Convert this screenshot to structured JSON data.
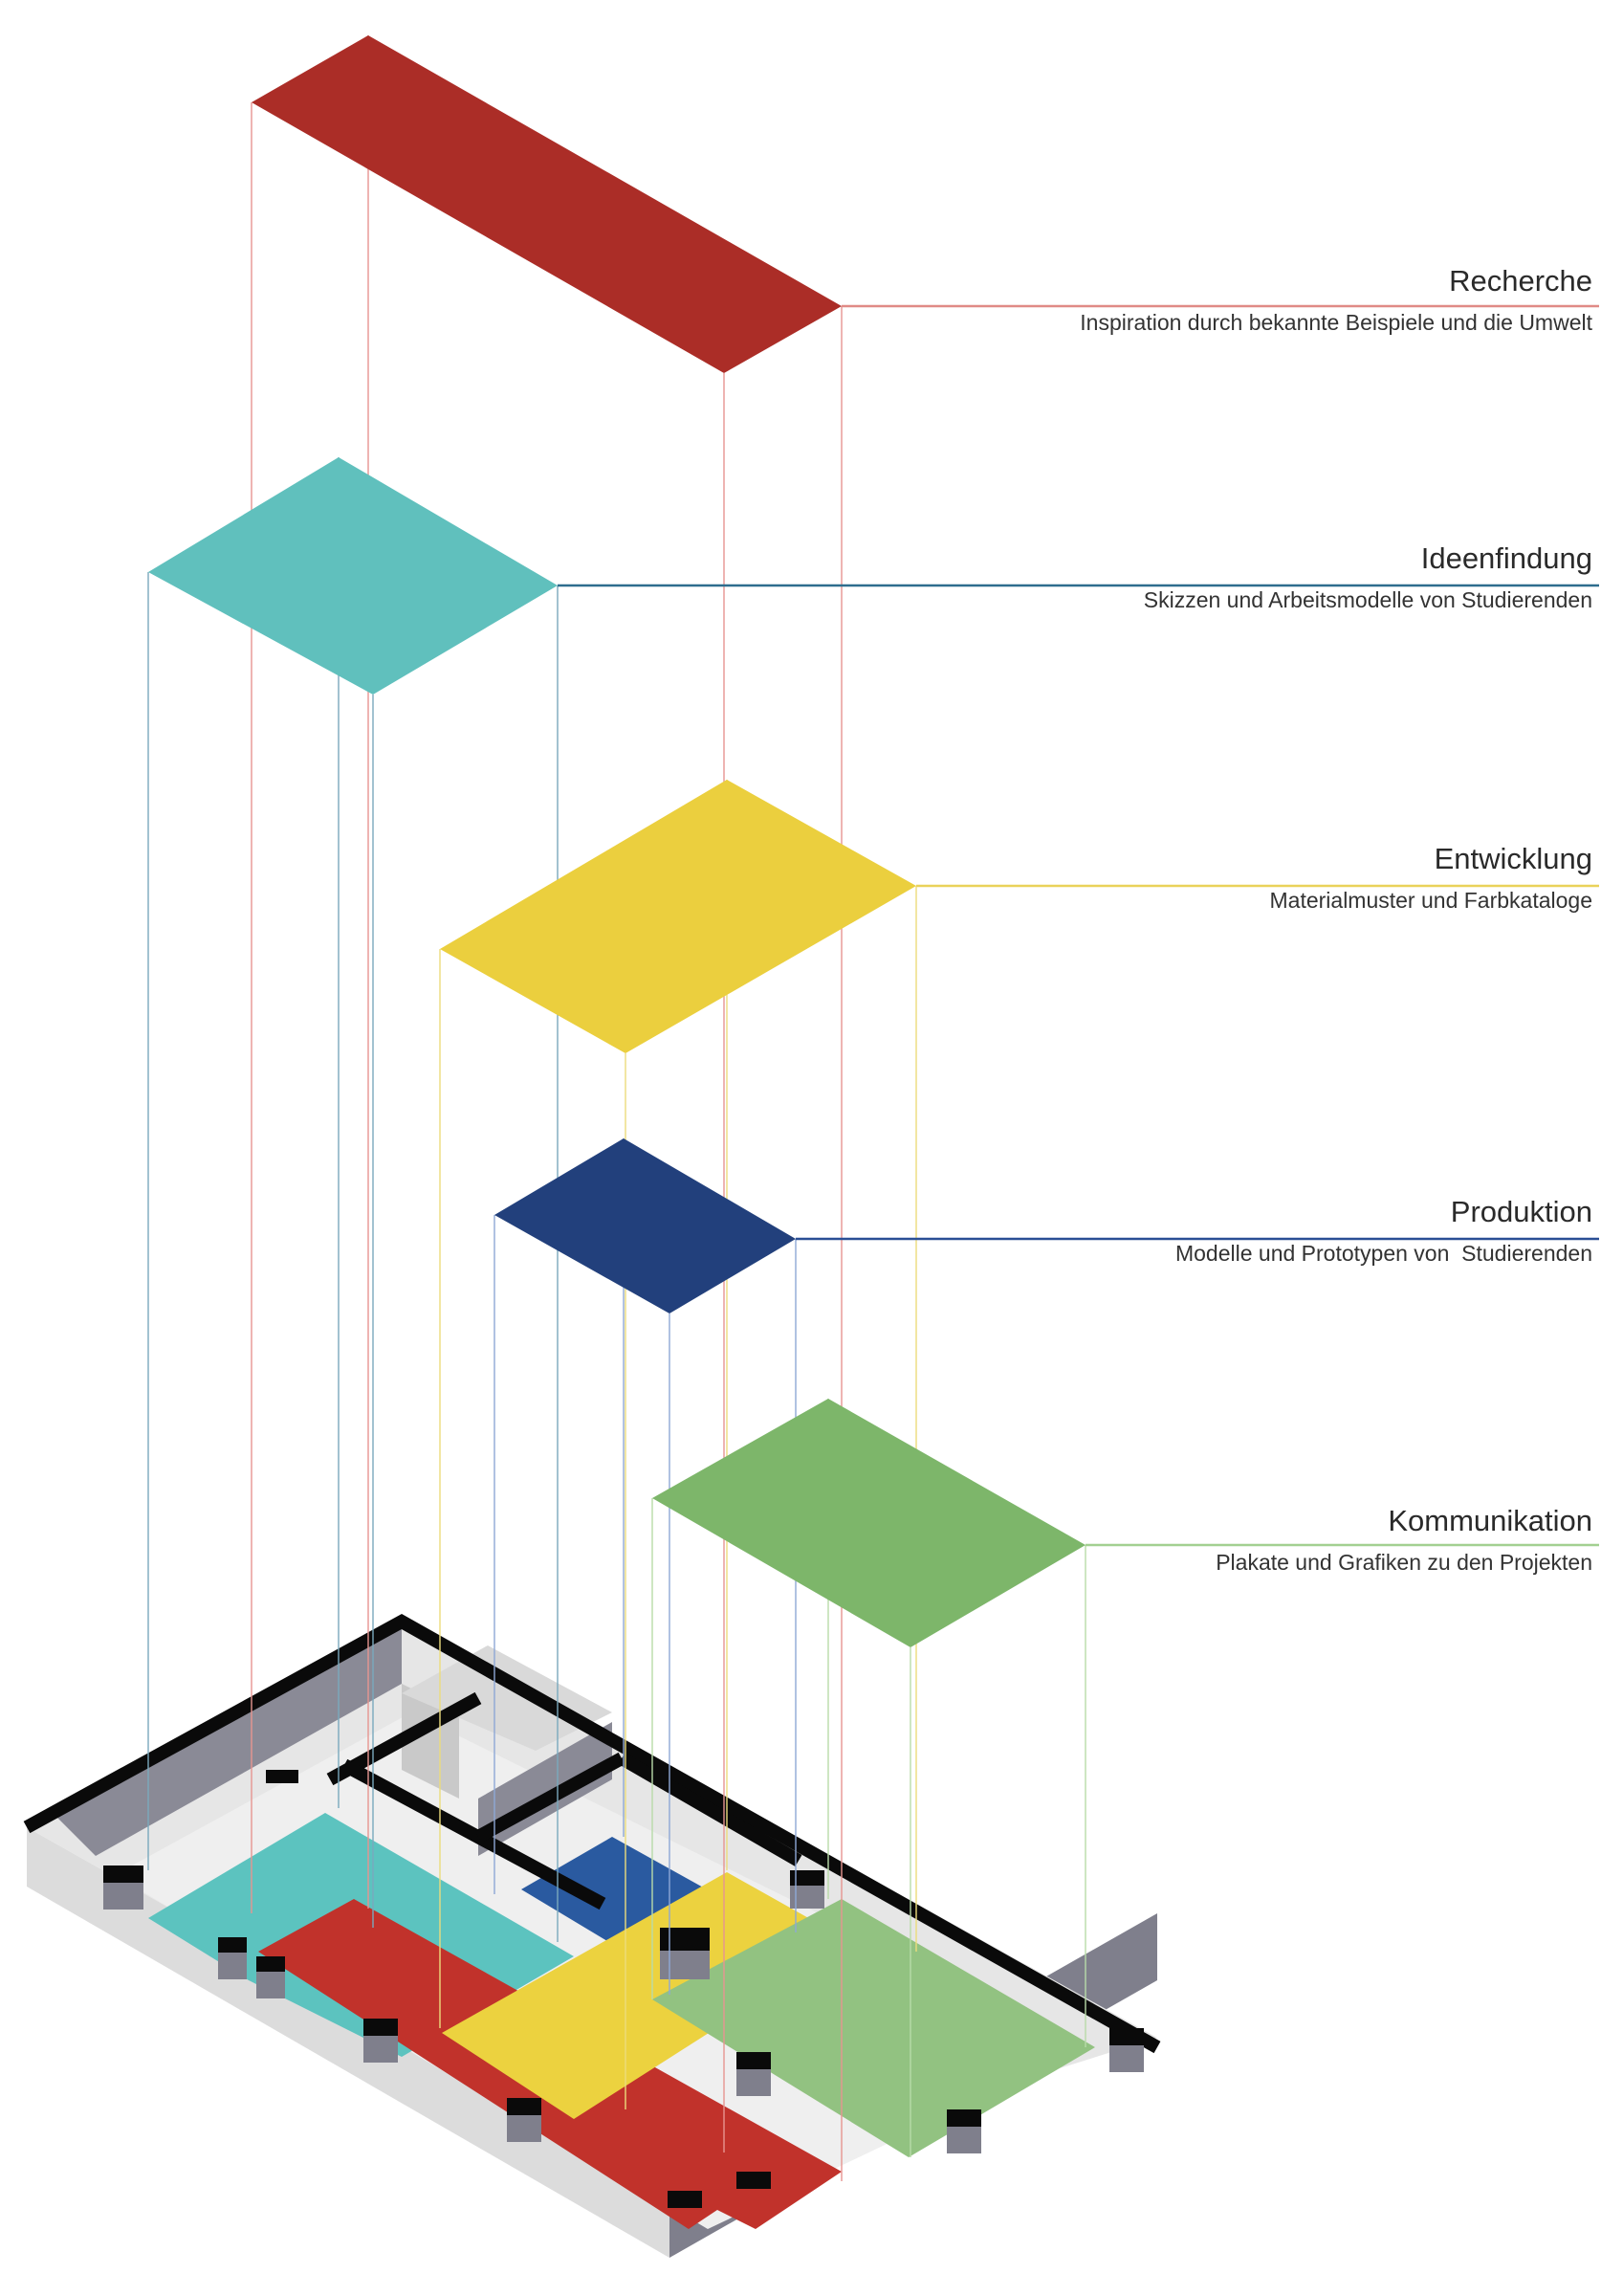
{
  "diagram": {
    "layers": [
      {
        "id": "recherche",
        "title": "Recherche",
        "subtitle": "Inspiration durch bekannte Beispiele und die Umwelt",
        "color": "#ab2d27",
        "line_color": "#e08a86"
      },
      {
        "id": "ideenfindung",
        "title": "Ideenfindung",
        "subtitle": "Skizzen und Arbeitsmodelle von Studierenden",
        "color": "#60c0bd",
        "line_color": "#2e6d8e"
      },
      {
        "id": "entwicklung",
        "title": "Entwicklung",
        "subtitle": "Materialmuster und Farbkataloge",
        "color": "#ebcf3e",
        "line_color": "#ead25a"
      },
      {
        "id": "produktion",
        "title": "Produktion",
        "subtitle": "Modelle und Prototypen von  Studierenden",
        "color": "#22407c",
        "line_color": "#2a4f95"
      },
      {
        "id": "kommunikation",
        "title": "Kommunikation",
        "subtitle": "Plakate und Grafiken zu den Projekten",
        "color": "#7db66a",
        "line_color": "#a3d091"
      }
    ],
    "floor_colors": {
      "wall_top": "#0a0a0a",
      "wall_side": "#7f7f8c",
      "floor": "#e3e3e3",
      "outer_face": "#d9d9d9"
    }
  }
}
